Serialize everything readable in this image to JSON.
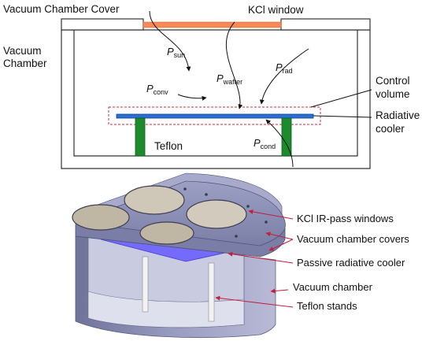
{
  "top_diagram": {
    "labels": {
      "cover": "Vacuum Chamber Cover",
      "kcl_window": "KCl window",
      "chamber_line1": "Vacuum",
      "chamber_line2": "Chamber",
      "control_volume_line1": "Control",
      "control_volume_line2": "volume",
      "radiative_cooler_line1": "Radiative",
      "radiative_cooler_line2": "cooler",
      "teflon": "Teflon"
    },
    "powers": {
      "sun": {
        "symbol": "P",
        "sub": "sun"
      },
      "wafter": {
        "symbol": "P",
        "sub": "wafter"
      },
      "rad": {
        "symbol": "P",
        "sub": "rad"
      },
      "conv": {
        "symbol": "P",
        "sub": "conv"
      },
      "cond": {
        "symbol": "P",
        "sub": "cond"
      }
    }
  },
  "bottom_diagram": {
    "callouts": [
      "KCl IR-pass windows",
      "Vacuum chamber covers",
      "Passive radiative cooler",
      "Vacuum chamber",
      "Teflon stands"
    ]
  },
  "colors": {
    "kcl_window": "#f58a57",
    "cooler": "#2a6fd1",
    "teflon": "#1e8a2e",
    "control_volume": "#c8323c",
    "leader": "#c21f3a",
    "chamber_3d": "#8b8fb5"
  }
}
